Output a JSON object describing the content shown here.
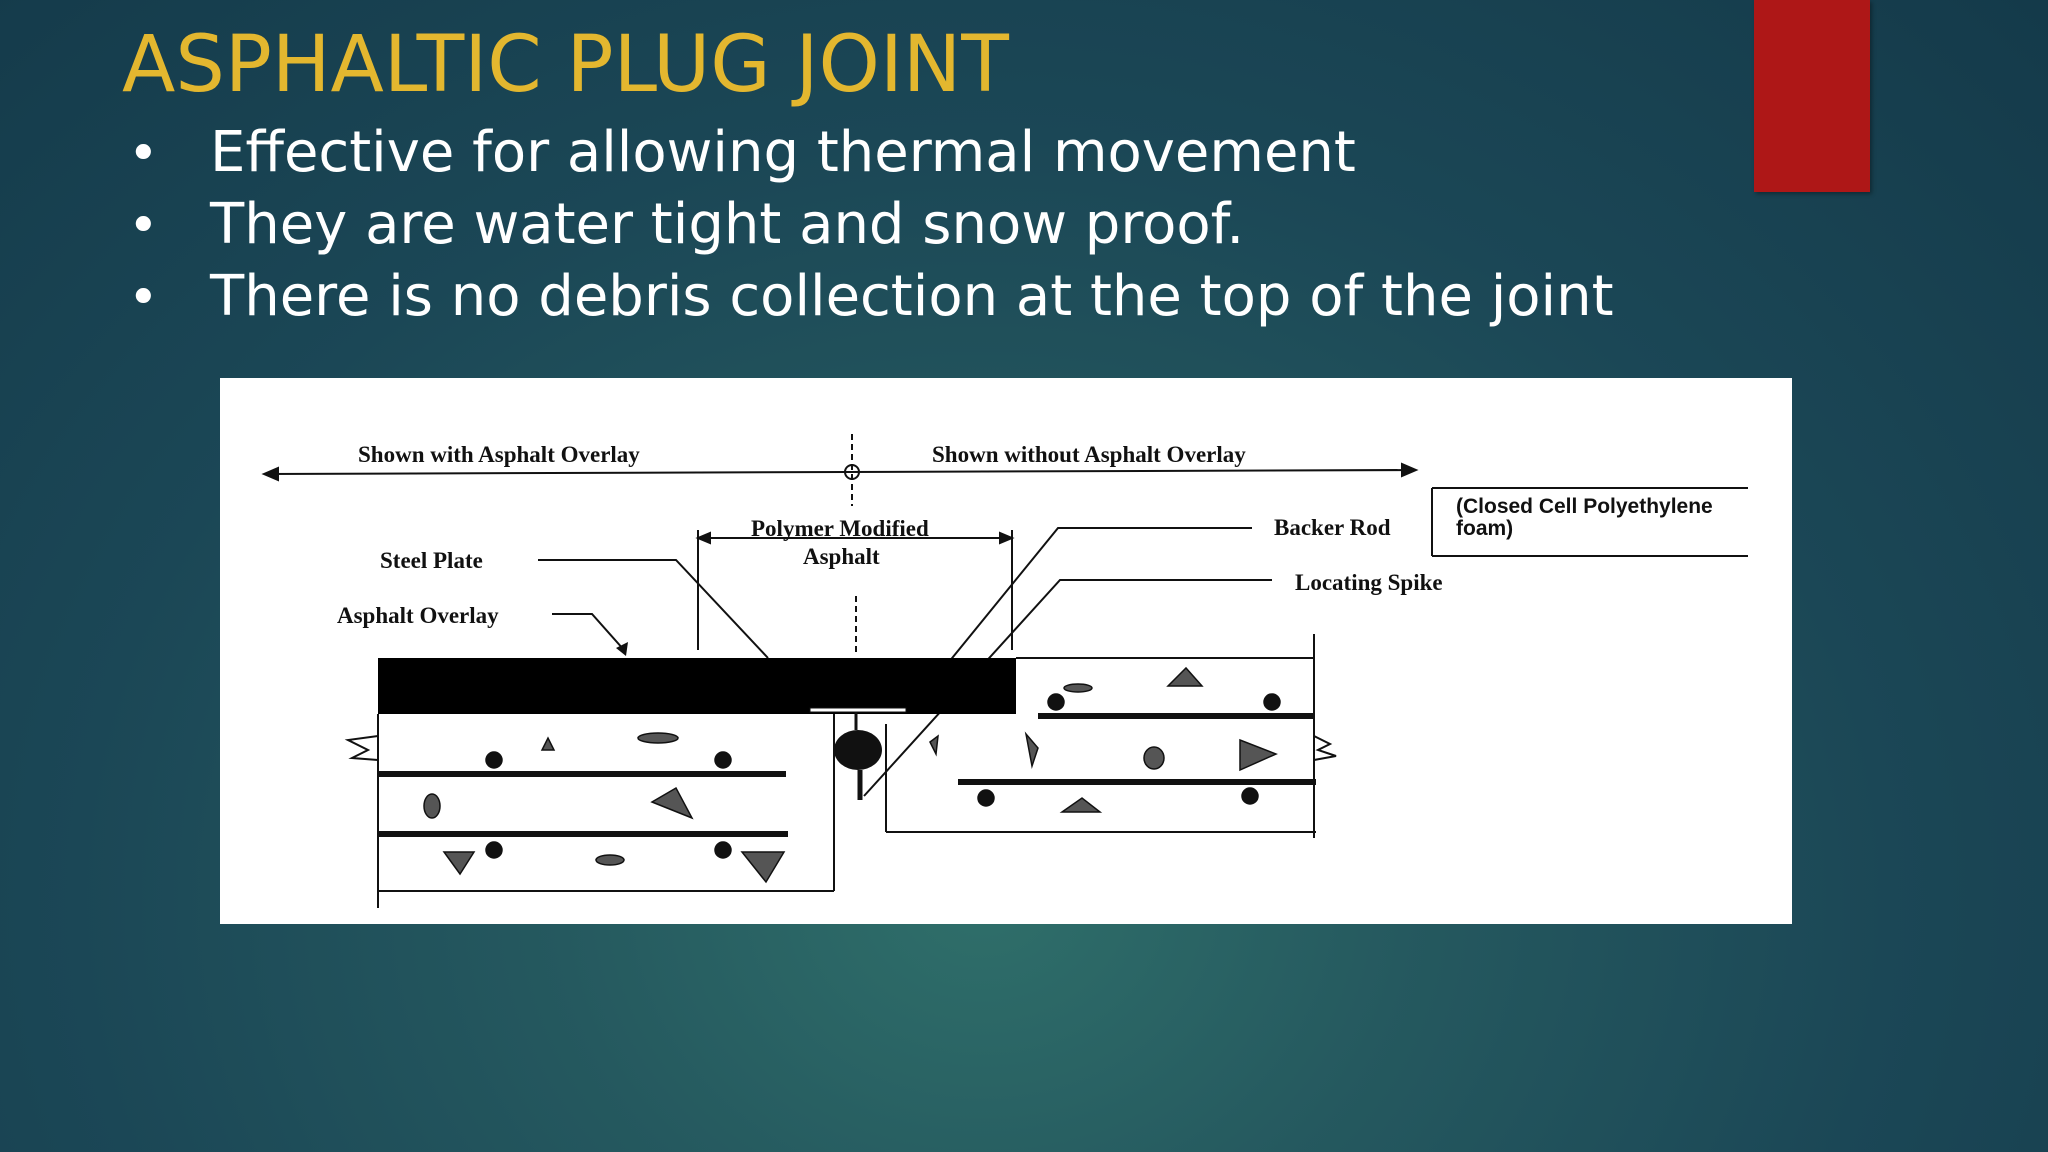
{
  "slide": {
    "title": "ASPHALTIC PLUG JOINT",
    "bullets": [
      {
        "marker": "•",
        "text": "Effective for allowing thermal movement"
      },
      {
        "marker": "•",
        "text": "They are water tight and snow proof."
      },
      {
        "marker": "•",
        "text": "There is no debris collection at the top of the joint"
      }
    ],
    "accent_color": "#ae1717",
    "title_color": "#e3b72f"
  },
  "diagram": {
    "label_with_overlay": "Shown with Asphalt Overlay",
    "label_without_overlay": "Shown without Asphalt Overlay",
    "label_polymer_line1": "Polymer Modified",
    "label_polymer_line2": "Asphalt",
    "label_steel_plate": "Steel Plate",
    "label_asphalt_overlay": "Asphalt Overlay",
    "label_backer_rod": "Backer Rod",
    "label_foam_line1": "(Closed Cell Polyethylene",
    "label_foam_line2": "foam)",
    "label_locating_spike": "Locating Spike"
  }
}
